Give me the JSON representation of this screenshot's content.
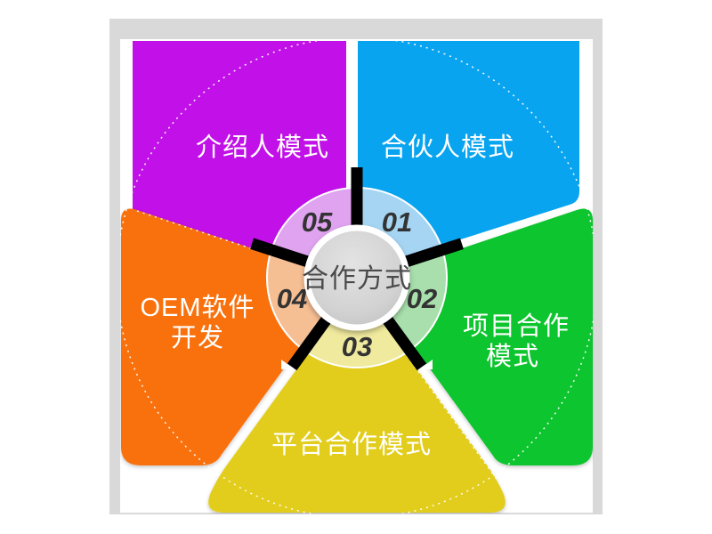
{
  "center": {
    "label": "合作方式",
    "fill": "#d2d2d2",
    "text_color": "#4a4a4a"
  },
  "frame": {
    "color": "#d9d9d9"
  },
  "divider_color": "#000000",
  "number_color": "#333333",
  "petals": [
    {
      "id": "01",
      "label": "合伙人模式",
      "line1": "合伙人模式",
      "line2": "",
      "color": "#09a4ef",
      "light": "#a5d5f2"
    },
    {
      "id": "02",
      "label": "项目合作模式",
      "line1": "项目合作",
      "line2": "模式",
      "color": "#0fc52f",
      "light": "#a8dfac"
    },
    {
      "id": "03",
      "label": "平台合作模式",
      "line1": "平台合作模式",
      "line2": "",
      "color": "#e2cd1c",
      "light": "#f0ea9e"
    },
    {
      "id": "04",
      "label": "OEM软件开发",
      "line1": "OEM软件",
      "line2": "开发",
      "color": "#f97107",
      "light": "#f6be93"
    },
    {
      "id": "05",
      "label": "介绍人模式",
      "line1": "介绍人模式",
      "line2": "",
      "color": "#c110e8",
      "light": "#dfa3ef"
    }
  ]
}
